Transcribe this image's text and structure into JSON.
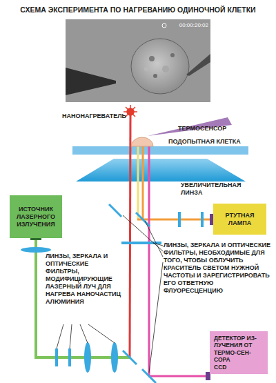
{
  "diagram": {
    "title": "СХЕМА ЭКСПЕРИМЕНТА ПО НАГРЕВАНИЮ ОДИНОЧНОЙ КЛЕТКИ",
    "nodes": [
      {
        "text": [
          "ИСТОЧНИК ЛАЗЕРНОГО ИЗЛУЧЕНИЯ"
        ]
      },
      {
        "text": [
          "РТУТНАЯ ЛАМПА"
        ]
      },
      {
        "text": [
          "ДЕТЕКТОР ИЗ-ЛУЧЕНИЯ ОТ ТЕРМО-СЕН-СОРА",
          "CCD"
        ]
      }
    ],
    "labels": [
      "00:00:20:02",
      "НАНОНАГРЕВАТЕЛЬ",
      "ТЕРМОСЕНСОР",
      "ПОДОПЫТНАЯ КЛЕТКА",
      "УВЕЛИЧИТЕЛЬНАЯ ЛИНЗА",
      "ЛИНЗЫ, ЗЕРКАЛА И ОПТИЧЕСКИЕ ФИЛЬТРЫ, МОДИФИЦИРУЮЩИЕ ЛАЗЕРНЫЙ ЛУЧ ДЛЯ НАГРЕВА НАНОЧАСТИЦ АЛЮМИНИЯ",
      "ЛИНЗЫ, ЗЕРКАЛА И ОПТИЧЕСКИЕ ФИЛЬТРЫ, НЕОБХОДИМЫЕ ДЛЯ ТОГО, ЧТОБЫ ОБЛУЧИТЬ КРАСИТЕЛЬ СВЕТОМ НУЖНОЙ ЧАСТОТЫ И ЗАРЕГИСТРИРОВАТЬ ЕГО ОТВЕТНУЮ ФЛУОРЕСЦЕНЦИЮ"
    ]
  }
}
